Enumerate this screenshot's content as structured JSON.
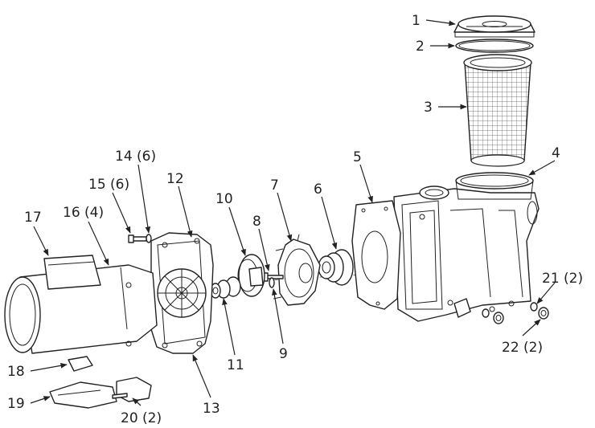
{
  "callouts": [
    {
      "id": "1",
      "text": "1"
    },
    {
      "id": "2",
      "text": "2"
    },
    {
      "id": "3",
      "text": "3"
    },
    {
      "id": "4",
      "text": "4"
    },
    {
      "id": "5",
      "text": "5"
    },
    {
      "id": "6",
      "text": "6"
    },
    {
      "id": "7",
      "text": "7"
    },
    {
      "id": "8",
      "text": "8"
    },
    {
      "id": "9",
      "text": "9"
    },
    {
      "id": "10",
      "text": "10"
    },
    {
      "id": "11",
      "text": "11"
    },
    {
      "id": "12",
      "text": "12"
    },
    {
      "id": "13",
      "text": "13"
    },
    {
      "id": "14",
      "text": "14 (6)"
    },
    {
      "id": "15",
      "text": "15 (6)"
    },
    {
      "id": "16",
      "text": "16 (4)"
    },
    {
      "id": "17",
      "text": "17"
    },
    {
      "id": "18",
      "text": "18"
    },
    {
      "id": "19",
      "text": "19"
    },
    {
      "id": "20",
      "text": "20 (2)"
    },
    {
      "id": "21",
      "text": "21 (2)"
    },
    {
      "id": "22",
      "text": "22 (2)"
    }
  ]
}
